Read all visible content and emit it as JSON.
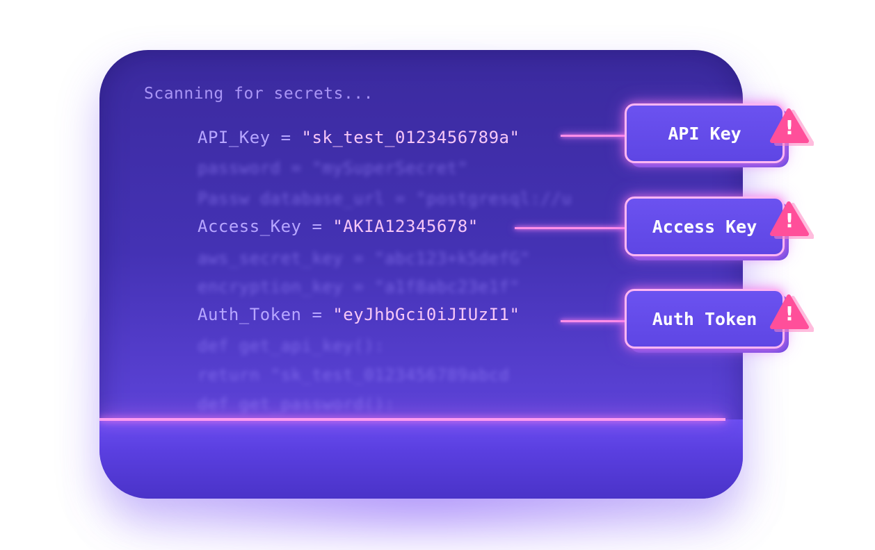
{
  "scan": {
    "status_text": "Scanning for secrets..."
  },
  "code_lines": {
    "line1": {
      "key": "API_Key",
      "eq": " = ",
      "value": "\"sk_test_0123456789a\""
    },
    "line2": {
      "text": "password = \"mySuperSecret\""
    },
    "line3": {
      "text": "Passw database_url = \"postgresql://u"
    },
    "line4": {
      "key": "Access_Key",
      "eq": " = ",
      "value": "\"AKIA12345678\""
    },
    "line5": {
      "text": "aws_secret_key = \"abc123+k5defG\""
    },
    "line6": {
      "text": "encryption_key = \"a1f8abc23e1f\""
    },
    "line7": {
      "key": "Auth_Token",
      "eq": " = ",
      "value": "\"eyJhbGci0iJIUzI1\""
    },
    "line8": {
      "text": "def get_api_key():"
    },
    "line9": {
      "text": "return \"sk_test_0123456789abcd"
    },
    "line10": {
      "text": "def get_password():"
    }
  },
  "badges": {
    "api_key": "API Key",
    "access_key": "Access Key",
    "auth_token": "Auth Token"
  },
  "warning_glyph": "!",
  "colors": {
    "panel": "#4432b4",
    "accent_pink": "#ff8fe8",
    "warning": "#ff4f9a",
    "badge_fill": "#6b52f0"
  },
  "icons": {
    "warning": "warning-triangle-icon"
  }
}
